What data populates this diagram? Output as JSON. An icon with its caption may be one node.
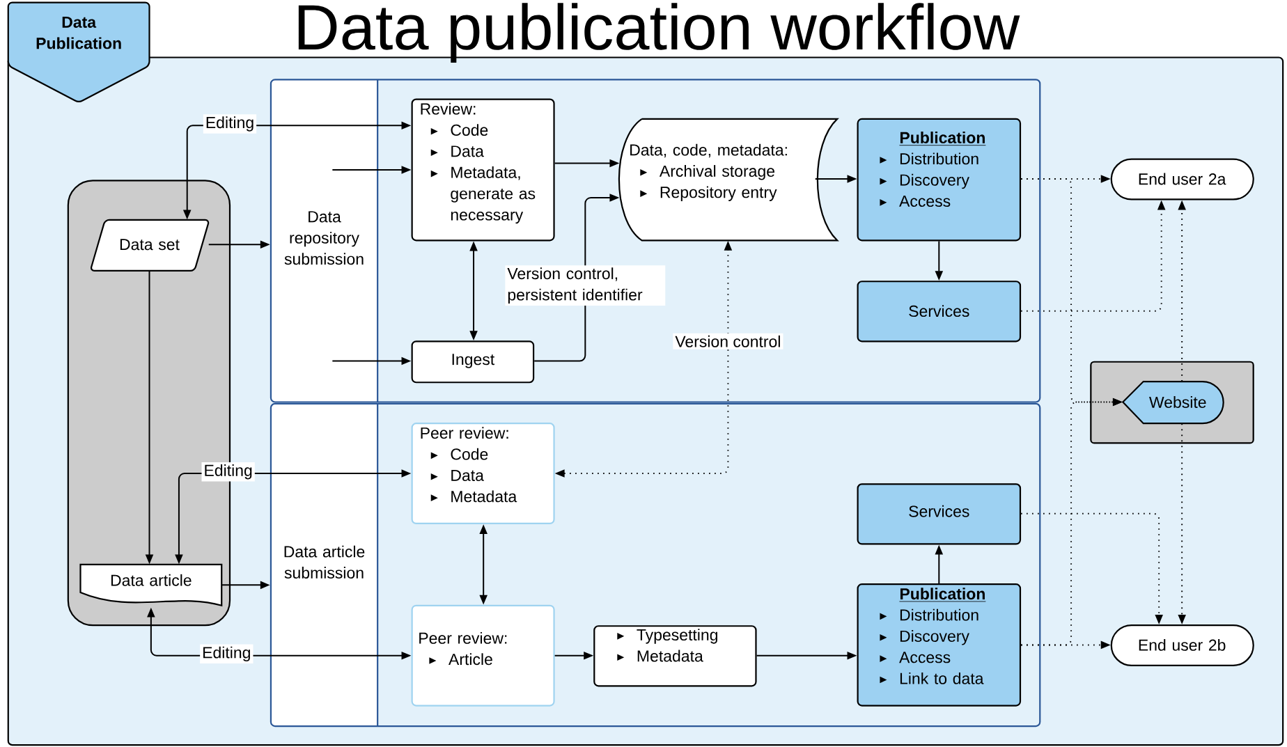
{
  "diagram": {
    "title": "Data publication workflow",
    "nodes": [
      {
        "text": [
          "Data Publication"
        ]
      },
      {
        "text": [],
        "shape": "box"
      },
      {
        "text": [
          "Data set"
        ],
        "in": 1
      },
      {
        "text": [
          "Data article"
        ],
        "in": 1
      },
      {
        "text": [
          "Data repository submission"
        ]
      },
      {
        "text": [
          "Review:",
          "Code",
          "Data",
          "Metadata, generate as necessary"
        ],
        "in": 4
      },
      {
        "text": [
          "Ingest"
        ],
        "in": 4
      },
      {
        "text": [
          "Data, code, metadata:",
          "Archival storage",
          "Repository entry"
        ],
        "in": 4
      },
      {
        "text": [
          "Publication",
          "Distribution",
          "Discovery",
          "Access"
        ],
        "in": 4
      },
      {
        "text": [
          "Services"
        ],
        "in": 4
      },
      {
        "text": [
          "Data article submission"
        ]
      },
      {
        "text": [
          "Peer review:",
          "Code",
          "Data",
          "Metadata"
        ],
        "in": 10
      },
      {
        "text": [
          "Peer review:",
          "Article"
        ],
        "in": 10
      },
      {
        "text": [
          "Typesetting",
          "Metadata"
        ],
        "in": 10
      },
      {
        "text": [
          "Services"
        ],
        "in": 10
      },
      {
        "text": [
          "Publication",
          "Distribution",
          "Discovery",
          "Access",
          "Link to data"
        ],
        "in": 10
      },
      {
        "text": [
          "End user 2a"
        ]
      },
      {
        "text": [],
        "shape": "box"
      },
      {
        "text": [
          "Website"
        ],
        "in": 17
      },
      {
        "text": [
          "End user 2b"
        ]
      }
    ],
    "edges": [
      {
        "from": 2,
        "to": 5,
        "arrow": "both",
        "label": "Editing"
      },
      {
        "from": 2,
        "to": 4,
        "arrow": "to"
      },
      {
        "from": null,
        "to": 5,
        "arrow": "to"
      },
      {
        "from": null,
        "to": 6,
        "arrow": "to"
      },
      {
        "from": 5,
        "to": 6,
        "arrow": "both"
      },
      {
        "from": 5,
        "to": 7,
        "arrow": "to"
      },
      {
        "from": 6,
        "to": 7,
        "arrow": "to",
        "label": "Version control, persistent identifier"
      },
      {
        "from": 7,
        "to": 8,
        "arrow": "to"
      },
      {
        "from": 8,
        "to": 9,
        "arrow": "to"
      },
      {
        "from": 11,
        "to": 7,
        "arrow": "both",
        "style": "dashed",
        "label": "Version control"
      },
      {
        "from": 2,
        "to": 3,
        "arrow": "to"
      },
      {
        "from": 3,
        "to": 11,
        "arrow": "both",
        "label": "Editing"
      },
      {
        "from": 3,
        "to": 12,
        "arrow": "both",
        "label": "Editing"
      },
      {
        "from": 3,
        "to": 10,
        "arrow": "to"
      },
      {
        "from": 11,
        "to": 12,
        "arrow": "both"
      },
      {
        "from": 12,
        "to": 13,
        "arrow": "to"
      },
      {
        "from": 13,
        "to": 15,
        "arrow": "to"
      },
      {
        "from": 15,
        "to": 14,
        "arrow": "to"
      },
      {
        "from": 8,
        "to": 16,
        "arrow": "to",
        "style": "dashed"
      },
      {
        "from": 9,
        "to": 16,
        "arrow": "to",
        "style": "dashed"
      },
      {
        "from": 14,
        "to": 19,
        "arrow": "to",
        "style": "dashed"
      },
      {
        "from": 15,
        "to": 19,
        "arrow": "to",
        "style": "dashed"
      },
      {
        "from": 8,
        "to": 18,
        "arrow": "to",
        "style": "dashed"
      },
      {
        "from": 15,
        "to": 18,
        "arrow": "to",
        "style": "dashed"
      },
      {
        "from": 18,
        "to": 16,
        "arrow": "to",
        "style": "dashed"
      },
      {
        "from": 18,
        "to": 19,
        "arrow": "to",
        "style": "dashed"
      }
    ]
  }
}
